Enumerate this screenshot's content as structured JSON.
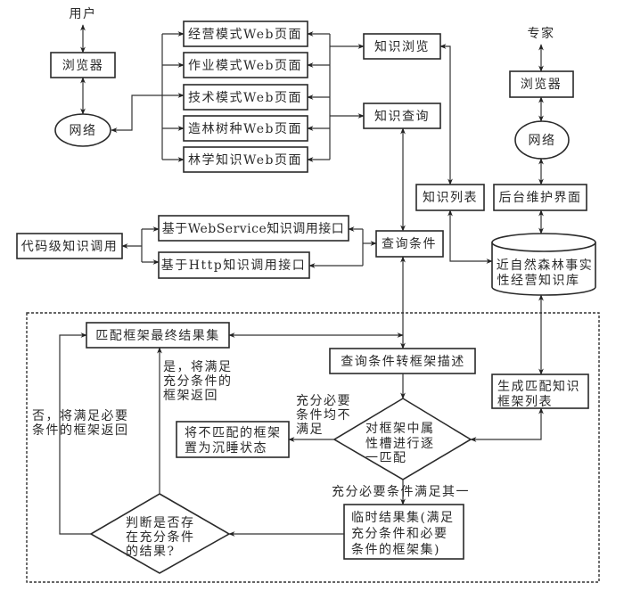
{
  "diagram": {
    "user_side": {
      "user_label": "用户",
      "browser": "浏览器",
      "network": "网络"
    },
    "web_pages": [
      "经营模式Web页面",
      "作业模式Web页面",
      "技术模式Web页面",
      "造林树种Web页面",
      "林学知识Web页面"
    ],
    "knowledge_browse": "知识浏览",
    "knowledge_query": "知识查询",
    "knowledge_list": "知识列表",
    "expert_side": {
      "expert_label": "专家",
      "browser": "浏览器",
      "network": "网络",
      "backend": "后台维护界面"
    },
    "database": [
      "近自然森林事实",
      "性经营知识库"
    ],
    "code_level_call": "代码级知识调用",
    "webservice_api": "基于WebService知识调用接口",
    "http_api": "基于Http知识调用接口",
    "query_conditions": "查询条件",
    "matching": {
      "final_result": "匹配框架最终结果集",
      "convert": "查询条件转框架描述",
      "generate_list": [
        "生成匹配知识",
        "框架列表"
      ],
      "match_diamond": [
        "对框架中属",
        "性槽进行逐",
        "一匹配"
      ],
      "sleep_box": [
        "将不匹配的框架",
        "置为沉睡状态"
      ],
      "temp_result": [
        "临时结果集(满足",
        "充分条件和必要",
        "条件的框架集)"
      ],
      "judge_diamond": [
        "判断是否存",
        "在充分条件",
        "的结果?"
      ],
      "labels": {
        "yes": [
          "是，将满足",
          "充分条件的",
          "框架返回"
        ],
        "no": [
          "否，将满足必要",
          "条件的框架返回"
        ],
        "none_satisfied": [
          "充分必要",
          "条件均不",
          "满足"
        ],
        "one_satisfied": "充分必要条件满足其一"
      }
    }
  }
}
